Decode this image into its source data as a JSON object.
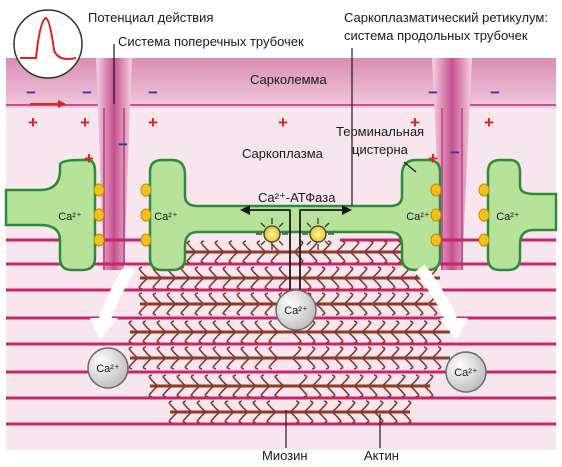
{
  "labels": {
    "action_potential": "Потенциал действия",
    "t_tubules": "Система поперечных трубочек",
    "sr_line1": "Саркоплазматический ретикулум:",
    "sr_line2": "система продольных трубочек",
    "sarcolemma": "Сарколемма",
    "sarcoplasm": "Саркоплазма",
    "terminal_line1": "Терминальная",
    "terminal_line2": "цистерна",
    "ca_atpase": "Ca²⁺-АТФаза",
    "myosin": "Миозин",
    "actin": "Актин"
  },
  "ion_label": "Ca²⁺",
  "plus": "+",
  "minus": "−",
  "colors": {
    "sarcolemma": "#e9b6cf",
    "sarcoplasm": "#f7e4ec",
    "sr_fill": "#b7e29a",
    "sr_stroke": "#2e8b3a",
    "myosin": "#8c3a2a",
    "actin": "#c7246a",
    "calcium_ball": "#e7e7e7",
    "channel": "#f2c21a",
    "plus": "#e0201b",
    "minus": "#2a3fb0"
  }
}
